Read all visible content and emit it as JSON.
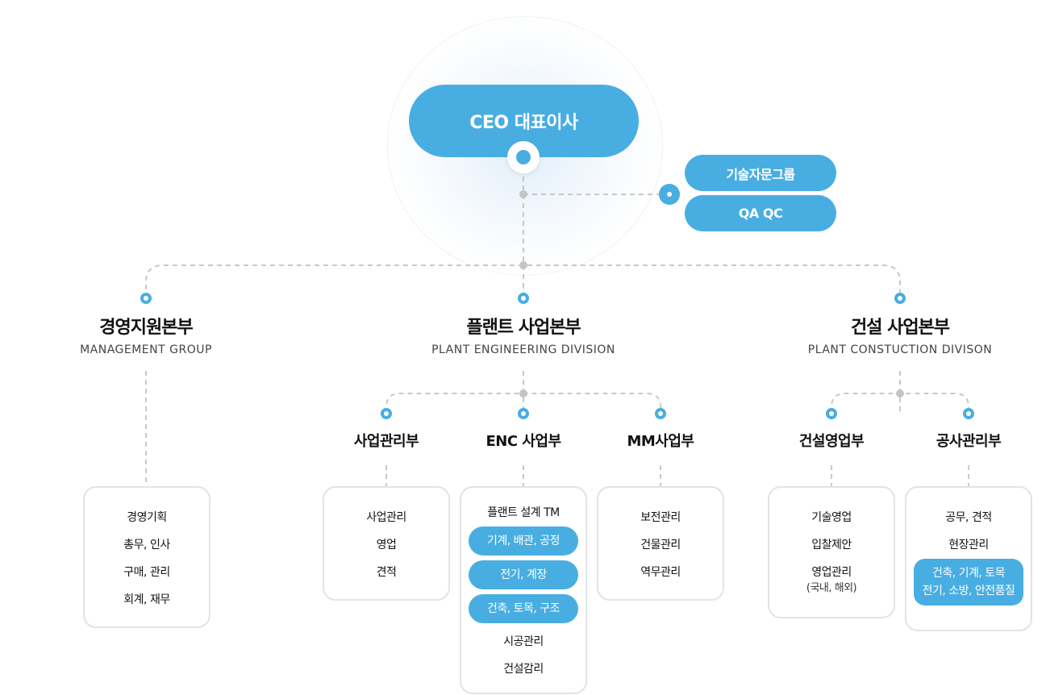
{
  "ceo": "CEO 대표이사",
  "advisory": [
    "기술자문그룹",
    "QA QC"
  ],
  "divisions": [
    {
      "ko": "경영지원본부",
      "en": "MANAGEMENT GROUP",
      "box": [
        "경영기획",
        "총무, 인사",
        "구매, 관리",
        "회계, 재무"
      ]
    },
    {
      "ko": "플랜트 사업본부",
      "en": "PLANT ENGINEERING DIVISION",
      "depts": [
        {
          "name": "사업관리부",
          "items": [
            "사업관리",
            "영업",
            "견적"
          ]
        },
        {
          "name": "ENC 사업부",
          "head": "플랜트 설계 TM",
          "highlights": [
            "기계, 배관, 공정",
            "전기, 계장",
            "건축, 토목, 구조"
          ],
          "tail": [
            "시공관리",
            "건설감리"
          ]
        },
        {
          "name": "MM사업부",
          "items": [
            "보전관리",
            "건물관리",
            "역무관리"
          ]
        }
      ]
    },
    {
      "ko": "건설 사업본부",
      "en": "PLANT CONSTUCTION DIVISON",
      "depts": [
        {
          "name": "건설영업부",
          "items": [
            "기술영업",
            "입찰제안"
          ],
          "multi": {
            "main": "영업관리",
            "sub": "(국내, 해외)"
          }
        },
        {
          "name": "공사관리부",
          "items": [
            "공무, 견적",
            "현장관리"
          ],
          "highlight": [
            "건축, 기계, 토목",
            "전기, 소방, 안전품질"
          ]
        }
      ]
    }
  ]
}
